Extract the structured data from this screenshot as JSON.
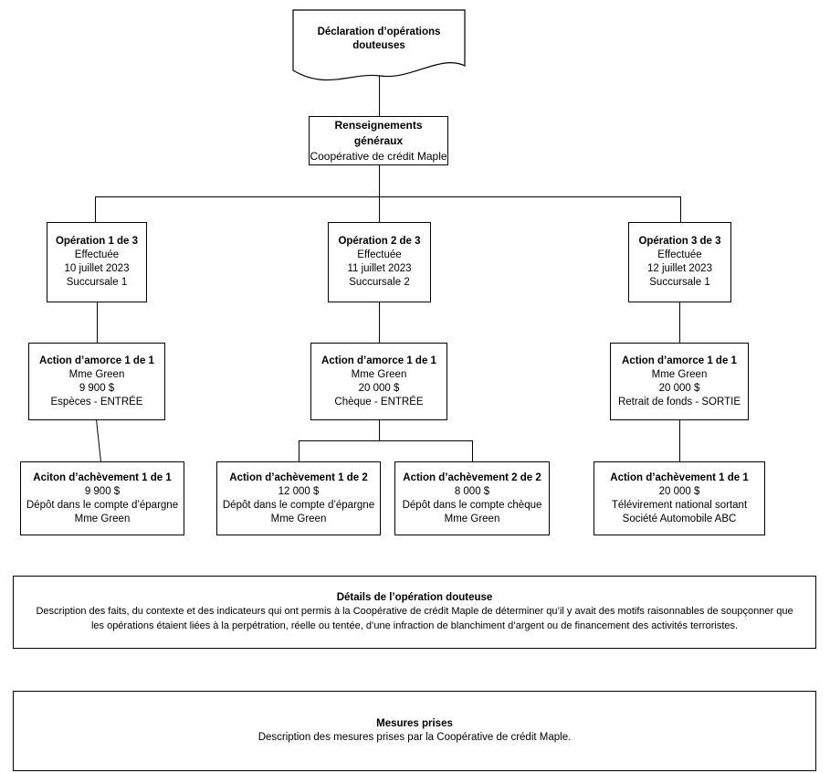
{
  "page": {
    "background": "#ffffff",
    "line_color": "#000000"
  },
  "flowchart": {
    "document": {
      "title": "Déclaration d’opérations douteuses"
    },
    "general_info": {
      "title": "Renseignements généraux",
      "subtitle": "Coopérative de crédit Maple"
    },
    "operations": [
      {
        "title": "Opération 1 de 3",
        "status": "Effectuée",
        "date": "10 juillet 2023",
        "branch": "Succursale 1"
      },
      {
        "title": "Opération 2 de 3",
        "status": "Effectuée",
        "date": "11 juillet 2023",
        "branch": "Succursale 2"
      },
      {
        "title": "Opération 3 de 3",
        "status": "Effectuée",
        "date": "12 juillet 2023",
        "branch": "Succursale 1"
      }
    ],
    "starting_actions": [
      {
        "title": "Action d’amorce 1 de 1",
        "person": "Mme Green",
        "amount": "9 900 $",
        "method": "Espèces - ENTRÉE"
      },
      {
        "title": "Action d’amorce 1 de 1",
        "person": "Mme Green",
        "amount": "20 000 $",
        "method": "Chèque - ENTRÉE"
      },
      {
        "title": "Action d’amorce 1 de 1",
        "person": "Mme Green",
        "amount": "20 000 $",
        "method": "Retrait de fonds - SORTIE"
      }
    ],
    "completing_actions": [
      {
        "title": "Aciton d’achèvement 1 de 1",
        "amount": "9 900 $",
        "detail": "Dépôt dans le compte d’épargne",
        "person": "Mme Green"
      },
      {
        "title": "Action d’achèvement 1 de 2",
        "amount": "12 000 $",
        "detail": "Dépôt dans le compte d’épargne",
        "person": "Mme Green"
      },
      {
        "title": "Action d’achèvement 2 de 2",
        "amount": "8 000 $",
        "detail": "Dépôt dans le compte chèque",
        "person": "Mme Green"
      },
      {
        "title": "Action d’achèvement 1 de 1",
        "amount": "20 000 $",
        "detail": "Télévirement national sortant",
        "person": "Société Automobile ABC"
      }
    ],
    "details": {
      "title": "Détails de l’opération douteuse",
      "body_line1": "Description des faits, du contexte et des indicateurs qui ont permis à la Coopérative de crédit Maple de déterminer qu’il y avait des motifs raisonnables de soupçonner que",
      "body_line2": "les opérations étaient liées à la perpétration, réelle ou tentée, d’une infraction de blanchiment d’argent ou de financement des activités terroristes."
    },
    "measures": {
      "title": "Mesures prises",
      "body": "Description des mesures prises par la Coopérative de crédit Maple."
    }
  }
}
